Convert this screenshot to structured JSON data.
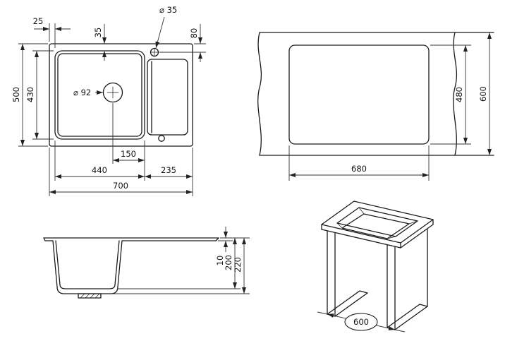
{
  "top_view": {
    "d25": "25",
    "d35": "35",
    "dia35": "⌀ 35",
    "d80": "80",
    "d500": "500",
    "d430": "430",
    "dia92": "⌀ 92",
    "d150": "150",
    "d440": "440",
    "d235": "235",
    "d700": "700"
  },
  "cutout_view": {
    "d480": "480",
    "d600": "600",
    "d680": "680"
  },
  "section_view": {
    "d10": "10",
    "d200": "200",
    "d220": "220"
  },
  "cabinet_view": {
    "d600": "600"
  }
}
